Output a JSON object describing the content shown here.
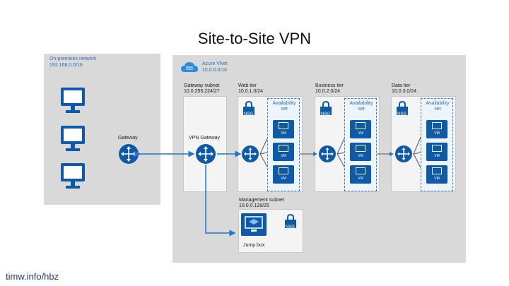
{
  "title": "Site-to-Site VPN",
  "footer": "timw.info/hbz",
  "onprem": {
    "name": "On-premises network",
    "cidr": "192.168.0.0/16",
    "gateway_label": "Gateway"
  },
  "vnet": {
    "name": "Azure VNet",
    "cidr": "10.0.0.0/16"
  },
  "gateway_subnet": {
    "name": "Gateway subnet",
    "cidr": "10.0.255.224/27",
    "vpn_label": "VPN Gateway"
  },
  "tiers": [
    {
      "name": "Web tier",
      "cidr": "10.0.1.0/24",
      "nsg": "NSG",
      "availability": "Availability set",
      "vm": "VM"
    },
    {
      "name": "Business tier",
      "cidr": "10.0.2.0/24",
      "nsg": "NSG",
      "availability": "Availability set",
      "vm": "VM"
    },
    {
      "name": "Data tier",
      "cidr": "10.0.3.0/24",
      "nsg": "NSG",
      "availability": "Availability set",
      "vm": "VM"
    }
  ],
  "management": {
    "name": "Management subnet",
    "cidr": "10.0.0.128/25",
    "nsg": "NSG",
    "jumpbox": "Jump box"
  },
  "colors": {
    "accent": "#0f5aa8",
    "region_fill": "#d9d9d9",
    "subnet_fill": "#f4f4f4",
    "link": "#1f77c9"
  }
}
